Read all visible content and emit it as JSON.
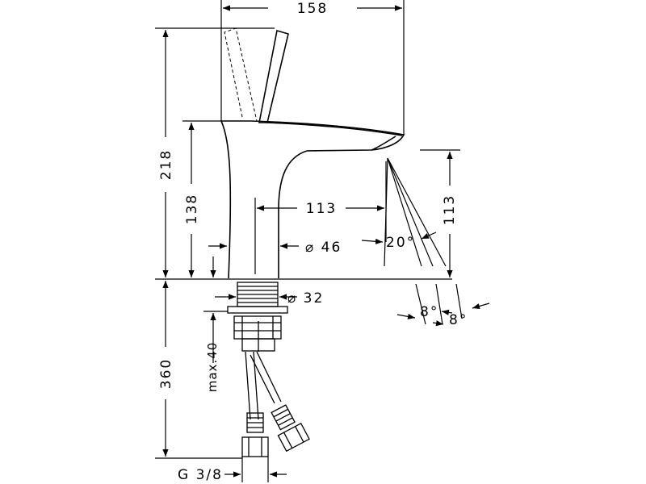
{
  "dimensions": {
    "width_overall": "158",
    "height_total": "218",
    "height_spout": "138",
    "spout_reach": "113",
    "spout_clearance": "113",
    "body_diameter": "⌀ 46",
    "shank_diameter": "⌀ 32",
    "jet_angle": "20°",
    "jet_spread_a": "8°",
    "jet_spread_b": "8°",
    "below_deck": "360",
    "max_thickness": "max.40",
    "connection": "G 3/8"
  },
  "colors": {
    "line": "#000000",
    "background": "#ffffff"
  }
}
